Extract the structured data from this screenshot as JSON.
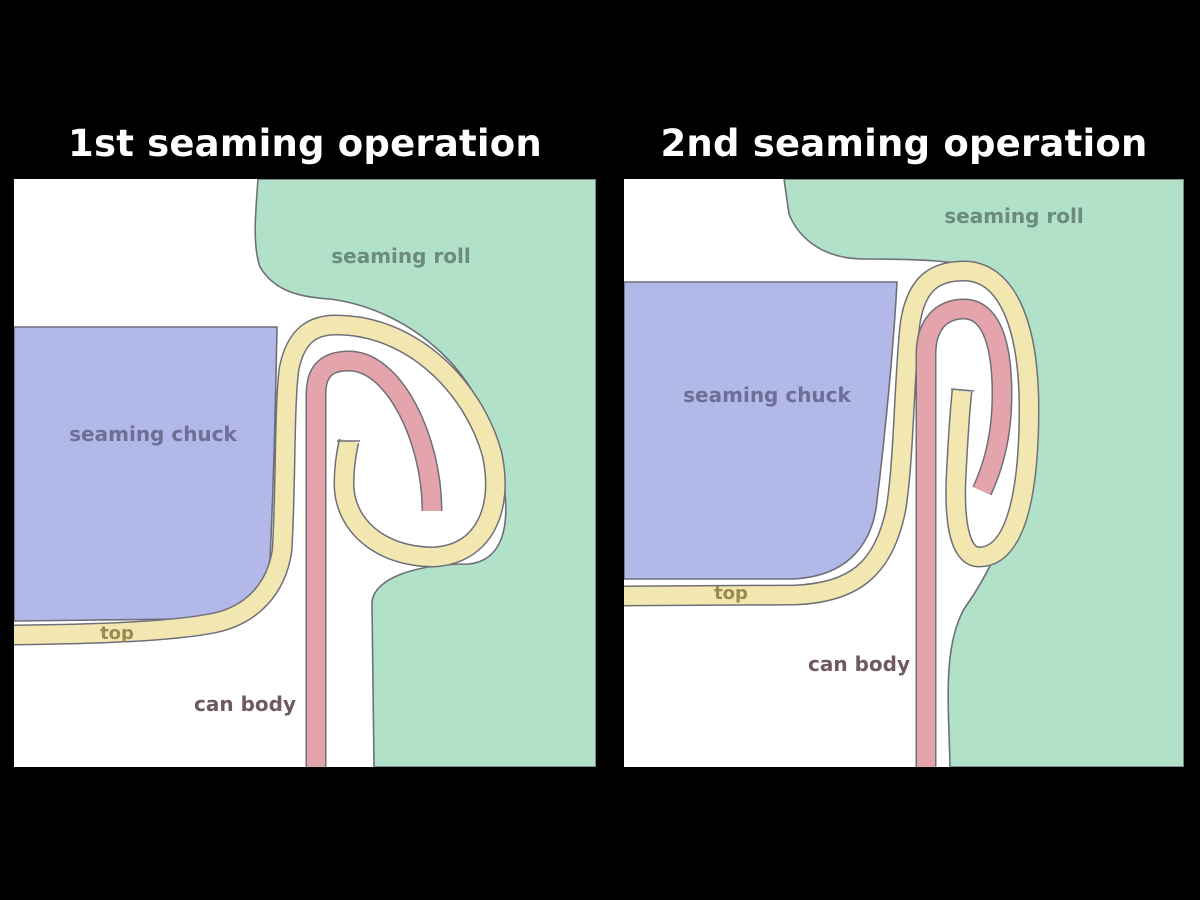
{
  "colors": {
    "background": "#000000",
    "panel": "#ffffff",
    "seaming_roll": "#b1e1c9",
    "seaming_chuck": "#b2b9e8",
    "top": "#f3e7b1",
    "can_body": "#e3a4ab",
    "outline": "#6f6f78",
    "roll_label": "#6b8a80",
    "chuck_label": "#6c7096",
    "top_label": "#9b8a50",
    "body_label": "#6f5a60"
  },
  "panels": [
    {
      "title": "1st seaming operation",
      "labels": {
        "seaming_roll": "seaming roll",
        "seaming_chuck": "seaming chuck",
        "top": "top",
        "can_body": "can body"
      }
    },
    {
      "title": "2nd seaming operation",
      "labels": {
        "seaming_roll": "seaming roll",
        "seaming_chuck": "seaming chuck",
        "top": "top",
        "can_body": "can body"
      }
    }
  ]
}
